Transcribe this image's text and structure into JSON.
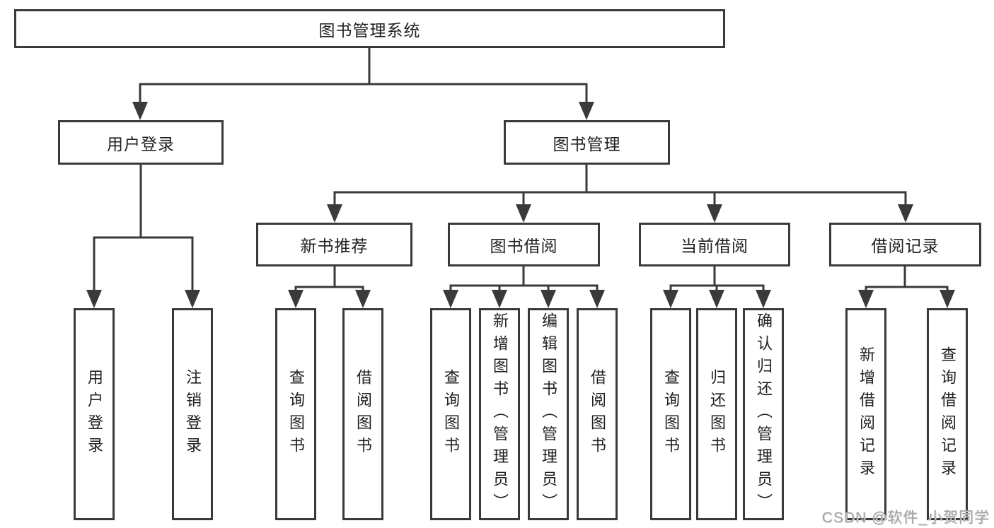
{
  "nodes": {
    "root": "图书管理系统",
    "user_login": "用户登录",
    "book_mgmt": "图书管理",
    "new_books": "新书推荐",
    "book_borrow": "图书借阅",
    "current_borrow": "当前借阅",
    "borrow_records": "借阅记录",
    "leaf_user_login": "用户登录",
    "leaf_logout": "注销登录",
    "leaf_query_books_1": "查询图书",
    "leaf_borrow_books_1": "借阅图书",
    "leaf_query_books_2": "查询图书",
    "leaf_add_book": "新增图书（管理员）",
    "leaf_edit_book": "编辑图书（管理员）",
    "leaf_borrow_books_2": "借阅图书",
    "leaf_query_books_3": "查询图书",
    "leaf_return_books": "归还图书",
    "leaf_confirm_return": "确认归还（管理员）",
    "leaf_add_record": "新增借阅记录",
    "leaf_query_record": "查询借阅记录"
  },
  "watermark": "CSDN @软件_小贺同学",
  "colors": {
    "line": "#3a3a3a",
    "text": "#1f1f1f",
    "background": "#ffffff",
    "watermark": "#a2a2a2"
  }
}
